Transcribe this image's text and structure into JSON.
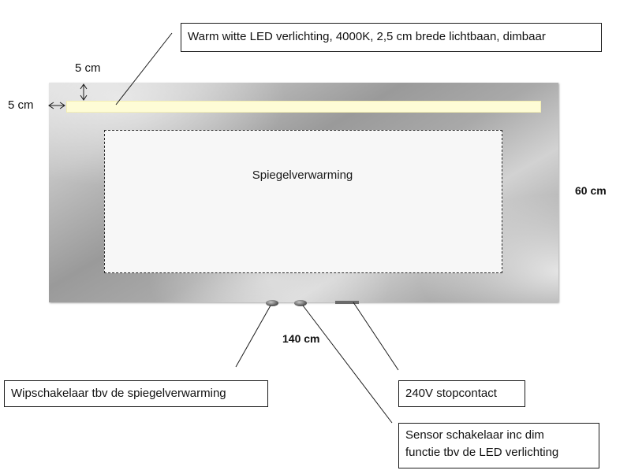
{
  "labels": {
    "led": "Warm witte LED verlichting, 4000K, 2,5 cm brede lichtbaan, dimbaar",
    "heater": "Spiegelverwarming",
    "switch": "Wipschakelaar tbv de spiegelverwarming",
    "socket": "240V stopcontact",
    "sensor_line1": "Sensor schakelaar inc dim",
    "sensor_line2": "functie tbv de LED verlichting"
  },
  "dimensions": {
    "top_offset": "5 cm",
    "left_offset": "5 cm",
    "height": "60 cm",
    "width": "140 cm"
  },
  "colors": {
    "led_strip": "#fefcd6",
    "heater_zone": "#f7f7f7",
    "mirror_dark": "#8a8a8a",
    "mirror_light": "#d9d9d9"
  }
}
